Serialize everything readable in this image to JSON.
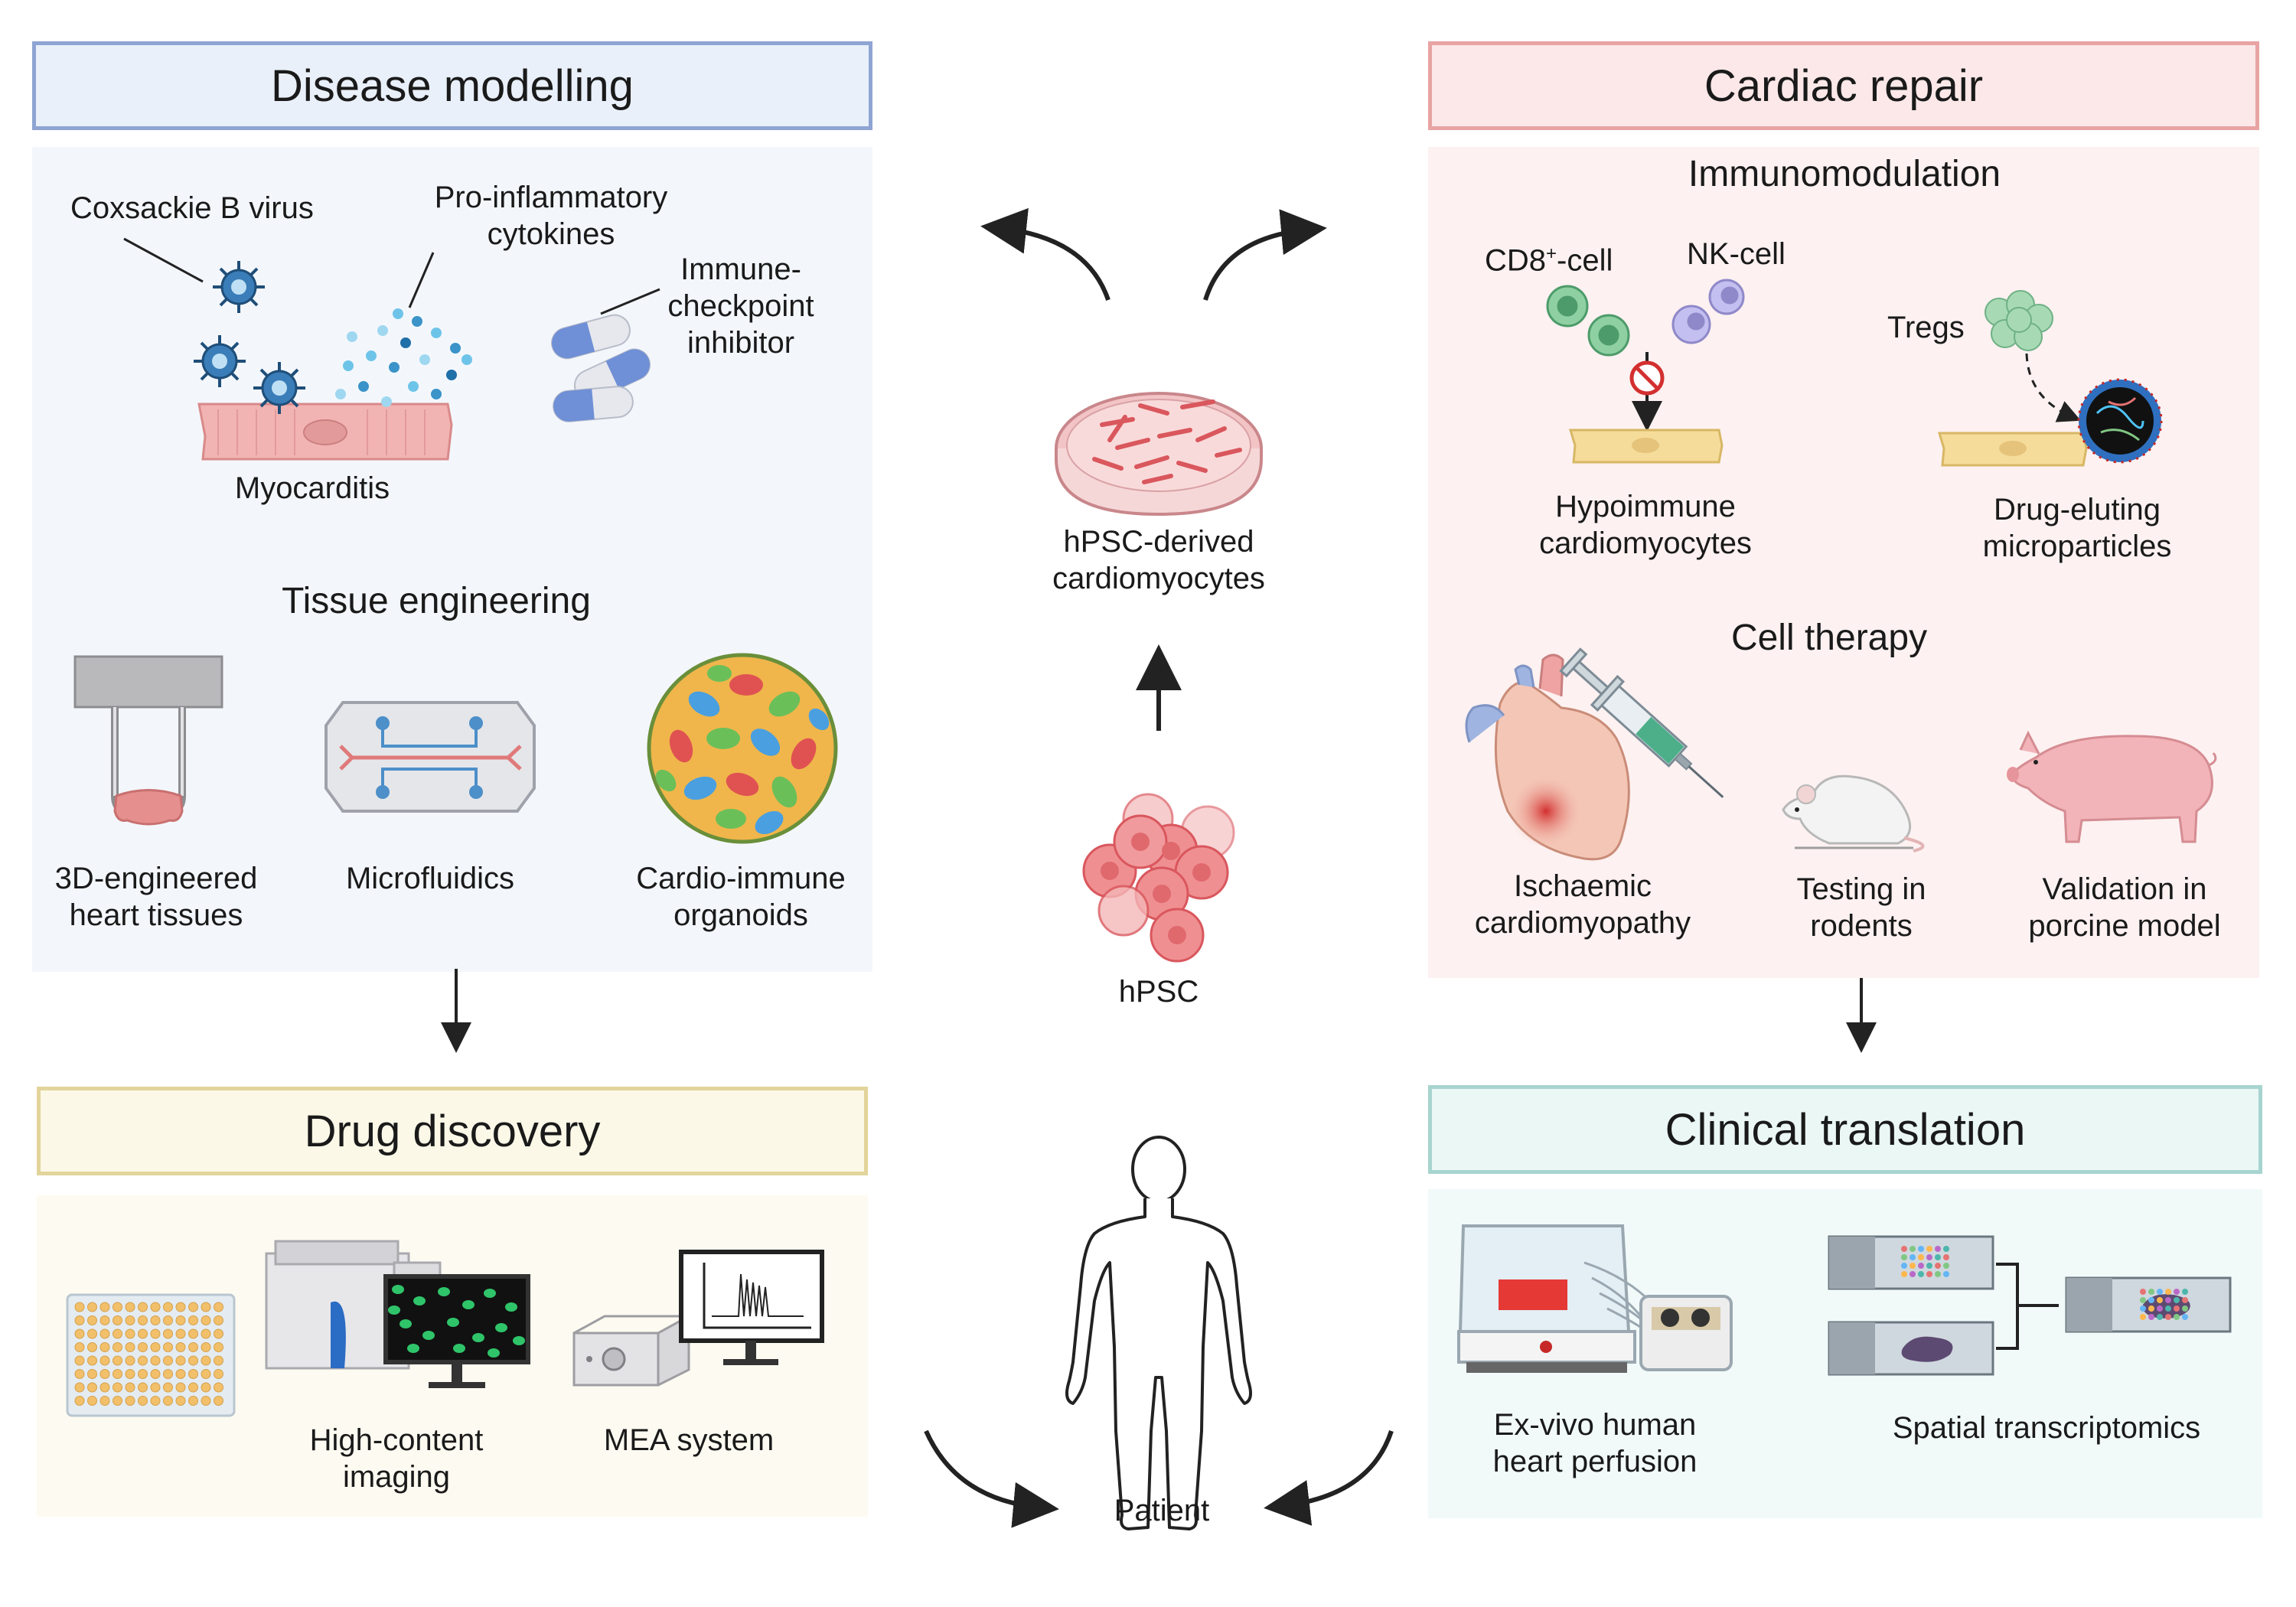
{
  "disease_modelling": {
    "title": "Disease modelling",
    "myocarditis": {
      "virus": "Coxsackie B virus",
      "cytokines": [
        "Pro-inflammatory",
        "cytokines"
      ],
      "inhibitor": [
        "Immune-",
        "checkpoint",
        "inhibitor"
      ],
      "caption": "Myocarditis"
    },
    "tissue_engineering": {
      "title": "Tissue engineering",
      "items": [
        [
          "3D-engineered",
          "heart tissues"
        ],
        [
          "Microfluidics"
        ],
        [
          "Cardio-immune",
          "organoids"
        ]
      ]
    }
  },
  "drug_discovery": {
    "title": "Drug discovery",
    "items": [
      [
        "High-content",
        "imaging"
      ],
      [
        "MEA system"
      ]
    ]
  },
  "center": {
    "cardiomyocytes": [
      "hPSC-derived",
      "cardiomyocytes"
    ],
    "hpsc": "hPSC",
    "patient": "Patient"
  },
  "cardiac_repair": {
    "title": "Cardiac repair",
    "immunomodulation": {
      "title": "Immunomodulation",
      "cd8_prefix": "CD8",
      "cd8_sup": "+",
      "cd8_suffix": "-cell",
      "nk": "NK-cell",
      "tregs": "Tregs",
      "hypoimmune": [
        "Hypoimmune",
        "cardiomyocytes"
      ],
      "microparticles": [
        "Drug-eluting",
        "microparticles"
      ]
    },
    "cell_therapy": {
      "title": "Cell therapy",
      "items": [
        [
          "Ischaemic",
          "cardiomyopathy"
        ],
        [
          "Testing in",
          "rodents"
        ],
        [
          "Validation in",
          "porcine model"
        ]
      ]
    }
  },
  "clinical_translation": {
    "title": "Clinical translation",
    "items": [
      [
        "Ex-vivo human",
        "heart perfusion"
      ],
      [
        "Spatial transcriptomics"
      ]
    ]
  },
  "colors": {
    "disease_border": "#8ea4d2",
    "disease_fill": "#f3f7fc",
    "drug_border": "#e2d49a",
    "drug_fill": "#fdfbf1",
    "repair_border": "#e8a3a3",
    "repair_fill": "#fdf1f1",
    "clinical_border": "#a7d4cf",
    "clinical_fill": "#f1faf9"
  }
}
